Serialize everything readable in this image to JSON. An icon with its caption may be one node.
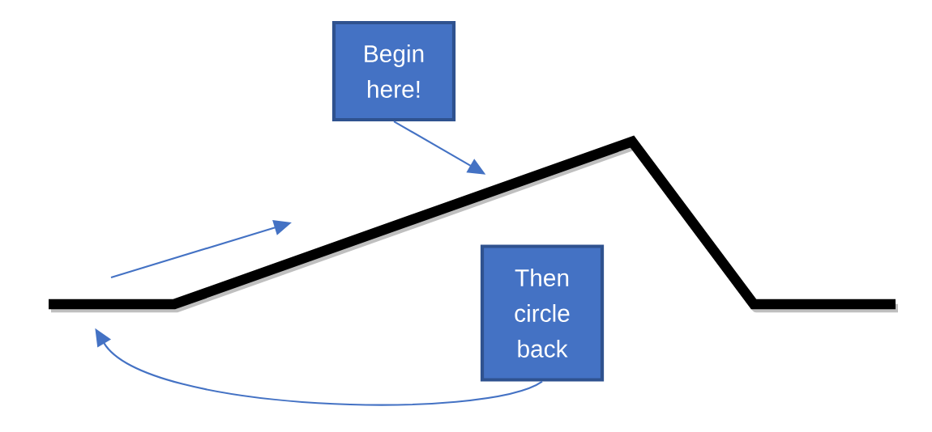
{
  "diagram": {
    "nodes": [
      {
        "text": [
          "Begin here!"
        ]
      },
      {
        "text": [
          "Then circle back"
        ]
      },
      {
        "text": [],
        "shape": "line"
      }
    ],
    "edges": [
      {
        "from": 0,
        "to": 2,
        "arrow": "to"
      },
      {
        "from": 1,
        "to": 2,
        "arrow": "to"
      }
    ]
  }
}
